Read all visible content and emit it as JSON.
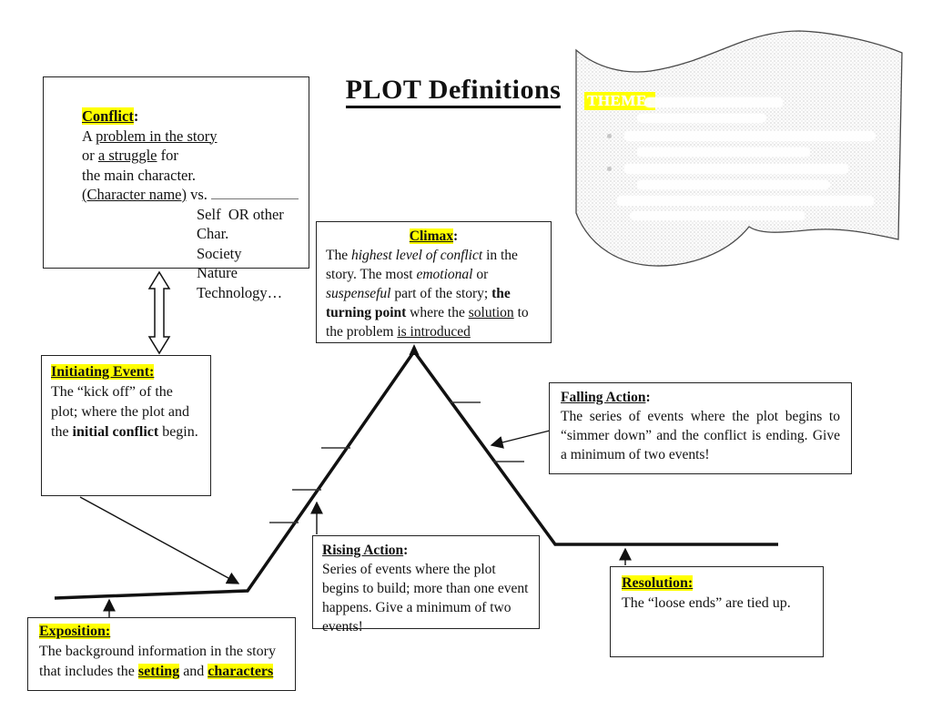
{
  "title": "PLOT Definitions",
  "theme": {
    "label": "THEME:"
  },
  "boxes": {
    "conflict": {
      "heading": "Conflict",
      "colon": ":",
      "l1a": "A ",
      "l1b": "problem in the story",
      "l2a": "or ",
      "l2b": "a struggle",
      "l2c": " for",
      "l3": "the main character.",
      "l4a": "(Character name)",
      "l4b": " vs. ",
      "opt1": "Self  OR other Char.",
      "opt2": "Society",
      "opt3": "Nature",
      "opt4": "Technology…"
    },
    "climax": {
      "heading": "Climax",
      "colon": ":",
      "b": [
        "The ",
        "highest level of conflict",
        " in the story. The most ",
        "emotional",
        " or ",
        "suspenseful",
        " part of the story; ",
        "the turning point",
        " where the ",
        "solution",
        " to the problem ",
        "is introduced"
      ]
    },
    "initiating": {
      "heading": "Initiating Event:",
      "b": [
        "The “kick off” of the plot; where the plot and the ",
        "initial conflict",
        " begin."
      ]
    },
    "falling": {
      "heading": "Falling Action",
      "colon": ":",
      "b": "The series of events where the plot begins to “simmer down” and the conflict is ending. Give a minimum of two events!"
    },
    "rising": {
      "heading": "Rising Action",
      "colon": ":",
      "b": "Series of events where the plot begins to build; more than one event happens. Give a minimum of two events!"
    },
    "resolution": {
      "heading": "Resolution:",
      "b": "The “loose ends” are tied up."
    },
    "exposition": {
      "heading": "Exposition:",
      "b": [
        "The background information in the story that includes the ",
        "setting",
        " and ",
        "characters"
      ]
    }
  }
}
